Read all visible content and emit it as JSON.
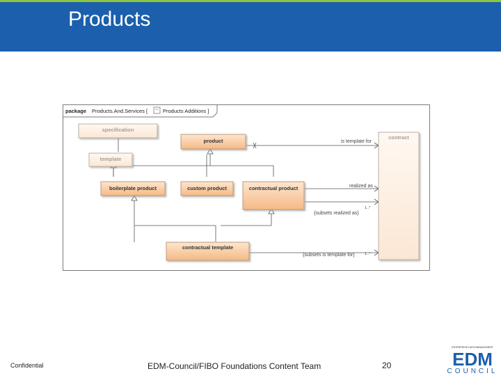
{
  "slide": {
    "title": "Products"
  },
  "diagram": {
    "frame_label_keyword": "package",
    "frame_label_name": "Products.And.Services [",
    "frame_label_diagram": "Products Additions ]",
    "classes": {
      "specification": "specification",
      "template": "template",
      "product": "product",
      "boilerplate_product": "boilerplate product",
      "custom_product": "custom product",
      "contractual_product": "contractual product",
      "contractual_template": "contractual template",
      "contract": "contract"
    },
    "associations": {
      "is_template_for": "is template for",
      "realized_as": "realized as",
      "subsets_realized_as": "{subsets realized as}",
      "subsets_realized_as_mult": "1..*",
      "subsets_is_template_for": "{subsets is template for}",
      "subsets_is_template_for_mult": "1..*"
    }
  },
  "footer": {
    "confidential": "Confidential",
    "team": "EDM-Council/FIBO Foundations Content Team",
    "page_number": "20"
  },
  "logo": {
    "tagline": "ENTERPRISE DATA MANAGEMENT",
    "edm": "EDM",
    "council": "COUNCIL"
  },
  "colors": {
    "header_bg": "#1c5fac",
    "header_accent": "#8dc63f",
    "class_fill_top": "#fce0c4",
    "class_fill_bottom": "#f6be8e",
    "class_light_fill": "#fdf1e6",
    "logo_blue": "#1c5fac"
  }
}
